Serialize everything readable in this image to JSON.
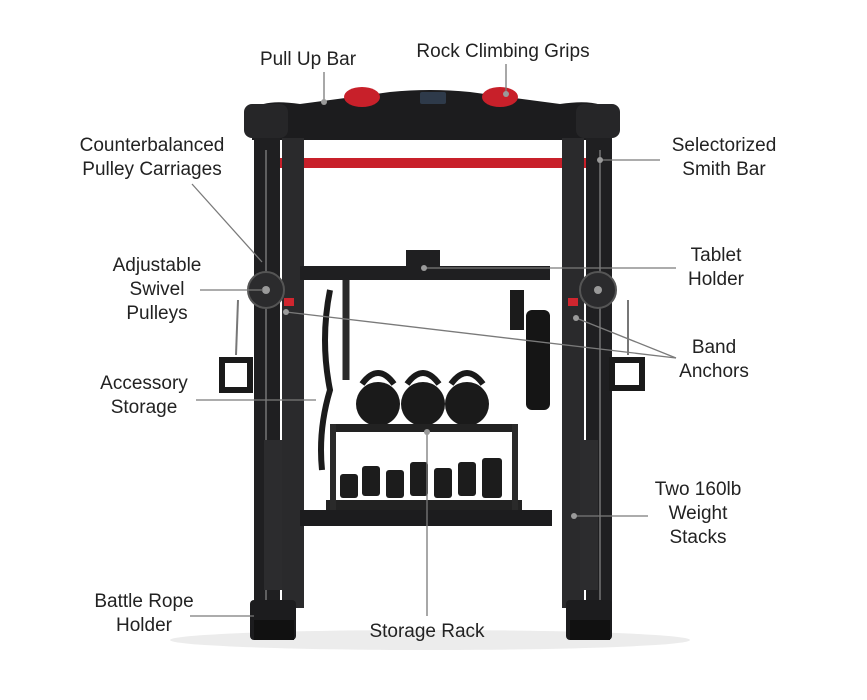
{
  "background": "#ffffff",
  "colors": {
    "frame": "#1c1c1e",
    "accent_red": "#c8202a",
    "leader": "#7a7a7a",
    "text": "#222222"
  },
  "labels": {
    "pull_up_bar": "Pull Up Bar",
    "rock_climbing_grips": "Rock Climbing Grips",
    "counterbalanced": "Counterbalanced\nPulley Carriages",
    "selectorized": "Selectorized\nSmith Bar",
    "adjustable": "Adjustable\nSwivel\nPulleys",
    "tablet_holder": "Tablet\nHolder",
    "band_anchors": "Band\nAnchors",
    "accessory_storage": "Accessory\nStorage",
    "weight_stacks": "Two 160lb\nWeight\nStacks",
    "battle_rope_holder": "Battle Rope\nHolder",
    "storage_rack": "Storage Rack"
  }
}
